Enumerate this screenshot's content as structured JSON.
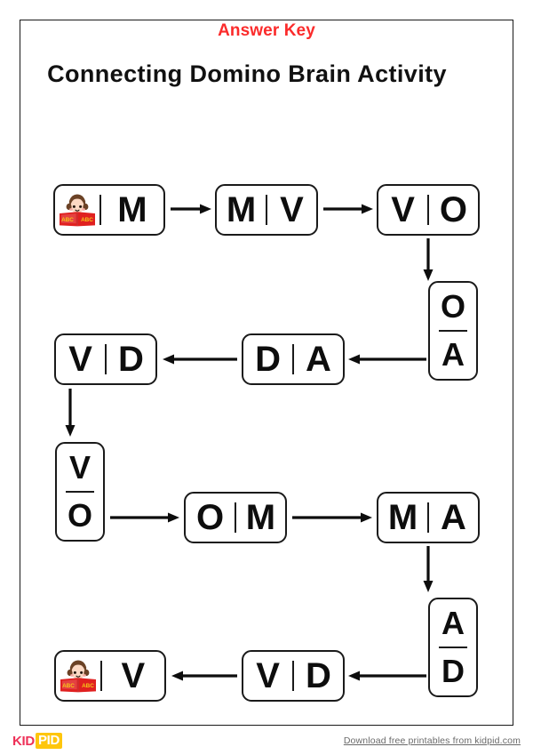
{
  "header": {
    "answer_key_label": "Answer Key",
    "title": "Connecting Domino Brain Activity",
    "answer_key_color": "#fb2b2b",
    "title_color": "#111111"
  },
  "worksheet": {
    "kind": "domino-chain",
    "icon_name": "girl-reading-abc-book-icon",
    "dominoes": [
      {
        "id": "d1",
        "orientation": "horizontal",
        "left": "icon",
        "right": "M",
        "row": 1
      },
      {
        "id": "d2",
        "orientation": "horizontal",
        "left": "M",
        "right": "V",
        "row": 1
      },
      {
        "id": "d3",
        "orientation": "horizontal",
        "left": "V",
        "right": "O",
        "row": 1
      },
      {
        "id": "d4",
        "orientation": "vertical",
        "top": "O",
        "bottom": "A",
        "row": 2
      },
      {
        "id": "d5",
        "orientation": "horizontal",
        "left": "D",
        "right": "A",
        "row": 2
      },
      {
        "id": "d6",
        "orientation": "horizontal",
        "left": "V",
        "right": "D",
        "row": 2
      },
      {
        "id": "d7",
        "orientation": "vertical",
        "top": "V",
        "bottom": "O",
        "row": 3
      },
      {
        "id": "d8",
        "orientation": "horizontal",
        "left": "O",
        "right": "M",
        "row": 3
      },
      {
        "id": "d9",
        "orientation": "horizontal",
        "left": "M",
        "right": "A",
        "row": 3
      },
      {
        "id": "d10",
        "orientation": "vertical",
        "top": "A",
        "bottom": "D",
        "row": 4
      },
      {
        "id": "d11",
        "orientation": "horizontal",
        "left": "V",
        "right": "D",
        "row": 4
      },
      {
        "id": "d12",
        "orientation": "horizontal",
        "left": "icon",
        "right": "V",
        "row": 4
      }
    ],
    "sequence": [
      "icon|M",
      "M|V",
      "V|O",
      "O/A",
      "D|A",
      "V|D",
      "V/O",
      "O|M",
      "M|A",
      "A/D",
      "V|D",
      "icon|V"
    ],
    "arrow_count": 11
  },
  "footer": {
    "logo_kid": "KID",
    "logo_pid": "PID",
    "link_text": "Download free printables from kidpid.com",
    "logo_kid_color": "#ee3158",
    "logo_pid_bg": "#fec60d"
  }
}
